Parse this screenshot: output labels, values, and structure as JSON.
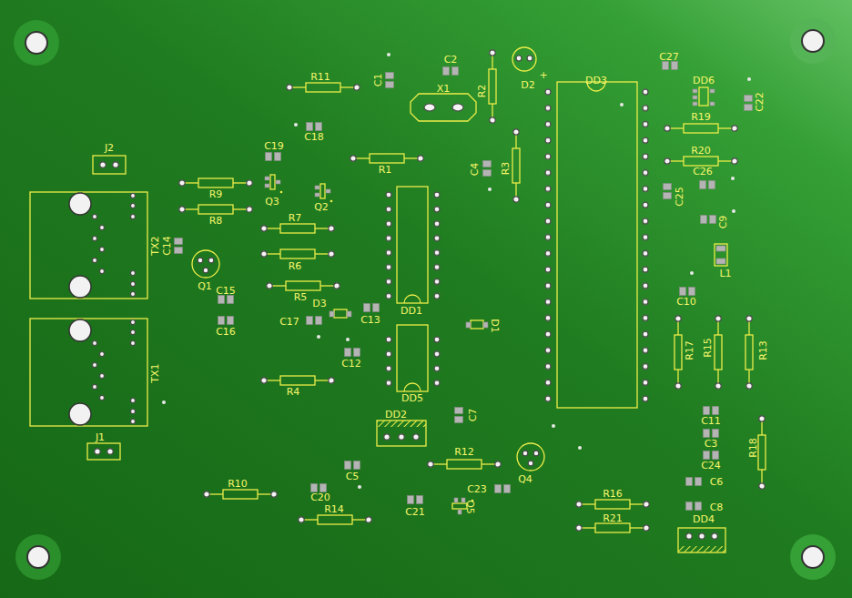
{
  "diagram": {
    "labels": [
      "R11",
      "C2",
      "C27",
      "+",
      "D2",
      "DD3",
      "DD6",
      "C1",
      "X1",
      "R2",
      "C22",
      "R19",
      "C18",
      "C19",
      "J2",
      "R20",
      "R1",
      "C4",
      "R3",
      "C26",
      "R9",
      "C25",
      "Q3",
      "Q2",
      "R8",
      "R7",
      "C9",
      "TX2",
      "C14",
      "R6",
      "L1",
      "Q1",
      "C15",
      "R5",
      "C10",
      "D3",
      "DD1",
      "C13",
      "C17",
      "D1",
      "C16",
      "R17",
      "R15",
      "R13",
      "C12",
      "TX1",
      "R4",
      "DD5",
      "DD2",
      "C7",
      "C11",
      "J1",
      "C3",
      "R18",
      "R12",
      "C24",
      "C5",
      "Q4",
      "C6",
      "C23",
      "R10",
      "C20",
      "R16",
      "Q5",
      "C21",
      "C8",
      "R14",
      "R21",
      "DD4"
    ]
  }
}
